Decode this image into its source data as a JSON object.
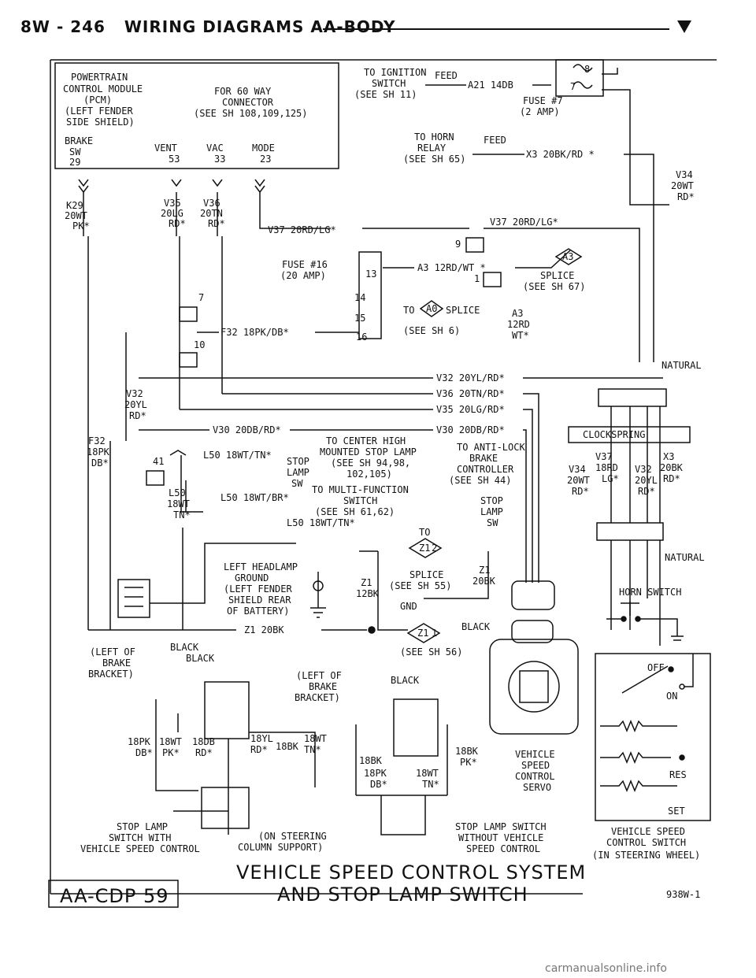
{
  "header": {
    "page": "8W - 246",
    "title": "WIRING DIAGRAMS AA-BODY"
  },
  "top_box": {
    "pcm": [
      "POWERTRAIN",
      "CONTROL MODULE",
      "(PCM)",
      "(LEFT FENDER",
      "SIDE SHIELD)"
    ],
    "connector": [
      "FOR 60 WAY",
      "CONNECTOR",
      "(SEE SH 108,109,125)"
    ],
    "pins": [
      {
        "name": [
          "BRAKE",
          "SW"
        ],
        "num": "29"
      },
      {
        "name": [
          "VENT"
        ],
        "num": "53"
      },
      {
        "name": [
          "VAC"
        ],
        "num": "33"
      },
      {
        "name": [
          "MODE"
        ],
        "num": "23"
      }
    ]
  },
  "wires": {
    "k29": [
      "K29",
      "20WT",
      "PK*"
    ],
    "v35": [
      "V35",
      "20LG",
      "RD*"
    ],
    "v36": [
      "V36",
      "20TN",
      "RD*"
    ],
    "v37_left": "V37 20RD/LG*",
    "v37_right": "V37 20RD/LG*",
    "v34": [
      "V34",
      "20WT",
      "RD*"
    ],
    "a21": "A21 14DB",
    "x3": "X3 20BK/RD *",
    "a3": "A3 12RD/WT *",
    "a3v": [
      "A3",
      "12RD",
      "WT*"
    ],
    "f32_h": "F32 18PK/DB*",
    "f32_v": [
      "F32",
      "18PK",
      "DB*"
    ],
    "v32_h": "V32 20YL/RD*",
    "v32_v": [
      "V32",
      "20YL",
      "RD*"
    ],
    "v36_h": "V36 20TN/RD*",
    "v35_h": "V35 20LG/RD*",
    "v30_l": "V30 20DB/RD*",
    "v30_r": "V30 20DB/RD*",
    "l50_1": "L50 18WT/TN*",
    "l50_2": "L50 18WT/BR*",
    "l50_3": "L50 18WT/TN*",
    "l50_v": [
      "L50",
      "18WT",
      "TN*"
    ],
    "z1_h": "Z1 20BK",
    "z1_12": [
      "Z1",
      "12BK"
    ],
    "z1_20": [
      "Z1",
      "20BK"
    ]
  },
  "labels": {
    "ignition": [
      "TO IGNITION",
      "SWITCH",
      "(SEE SH 11)"
    ],
    "feed1": "FEED",
    "horn_relay": [
      "TO HORN",
      "RELAY",
      "(SEE SH 65)"
    ],
    "feed2": "FEED",
    "fuse7": [
      "FUSE #7",
      "(2 AMP)"
    ],
    "fuse16": [
      "FUSE #16",
      "(20 AMP)"
    ],
    "splice67": [
      "SPLICE",
      "(SEE SH 67)"
    ],
    "splice6": [
      "TO",
      "SPLICE",
      "(SEE SH 6)"
    ],
    "a0": "A0",
    "a3tag": "A3",
    "chmsl": [
      "TO CENTER HIGH",
      "MOUNTED STOP LAMP",
      "(SEE SH 94,98,",
      "102,105)"
    ],
    "stop_lamp_sw": [
      "STOP",
      "LAMP",
      "SW"
    ],
    "antilock": [
      "TO ANTI-LOCK",
      "BRAKE",
      "CONTROLLER",
      "(SEE SH 44)"
    ],
    "multifunction": [
      "TO MULTI-FUNCTION",
      "SWITCH",
      "(SEE SH 61,62)"
    ],
    "stop_lamp_sw2": [
      "STOP",
      "LAMP",
      "SW"
    ],
    "to": "TO",
    "z1_tag": "Z1",
    "z1_tag_n": "2",
    "splice55": [
      "SPLICE",
      "(SEE SH 55)"
    ],
    "gnd": "GND",
    "headlamp_gnd": [
      "LEFT HEADLAMP",
      "GROUND",
      "(LEFT FENDER",
      "SHIELD REAR",
      "OF BATTERY)"
    ],
    "black1": "BLACK",
    "black2": "BLACK",
    "black3": "BLACK",
    "black4": "BLACK",
    "z1_tag2": "Z1",
    "z1_tag2_n": "1",
    "see56": "(SEE SH 56)",
    "left_brake1": [
      "(LEFT OF",
      "BRAKE",
      "BRACKET)"
    ],
    "left_brake2": [
      "(LEFT OF",
      "BRAKE",
      "BRACKET)"
    ],
    "natural1": "NATURAL",
    "natural2": "NATURAL",
    "clockspring": "CLOCKSPRING",
    "cs_wires": [
      [
        "V37",
        "18RD",
        "LG*"
      ],
      [
        "V34",
        "20WT",
        "RD*"
      ],
      [
        "V32",
        "20YL",
        "RD*"
      ],
      [
        "X3",
        "20BK",
        "RD*"
      ]
    ],
    "horn_switch": "HORN SWITCH",
    "off": "OFF",
    "on": "ON",
    "res": "RES",
    "set": "SET",
    "vsc_switch": [
      "VEHICLE SPEED",
      "CONTROL SWITCH",
      "(IN STEERING WHEEL)"
    ],
    "servo": [
      "VEHICLE",
      "SPEED",
      "CONTROL",
      "SERVO"
    ],
    "sw1_wires": [
      [
        "18PK",
        "DB*"
      ],
      [
        "18WT",
        "PK*"
      ],
      [
        "18DB",
        "RD*"
      ],
      [
        "18YL",
        "RD*"
      ],
      [
        "18BK"
      ],
      [
        "18WT",
        "TN*"
      ]
    ],
    "sw2_wires": [
      [
        "18BK"
      ],
      [
        "18PK",
        "DB*"
      ],
      [
        "18WT",
        "TN*"
      ],
      [
        "18BK",
        "PK*"
      ]
    ],
    "stop_sw_vsc": [
      "STOP LAMP",
      "SWITCH WITH",
      "VEHICLE SPEED CONTROL"
    ],
    "steering_col": [
      "(ON STEERING",
      "COLUMN SUPPORT)"
    ],
    "stop_sw_novsc": [
      "STOP LAMP SWITCH",
      "WITHOUT VEHICLE",
      "SPEED CONTROL"
    ],
    "pins": [
      "8",
      "7",
      "9",
      "13",
      "14",
      "15",
      "16",
      "1",
      "7",
      "10",
      "41"
    ],
    "fig_no": "938W-1",
    "page_ref": "AA-CDP 59"
  },
  "footer_title": [
    "VEHICLE SPEED CONTROL SYSTEM",
    "AND STOP LAMP SWITCH"
  ],
  "watermark": "carmanualsonline.info"
}
